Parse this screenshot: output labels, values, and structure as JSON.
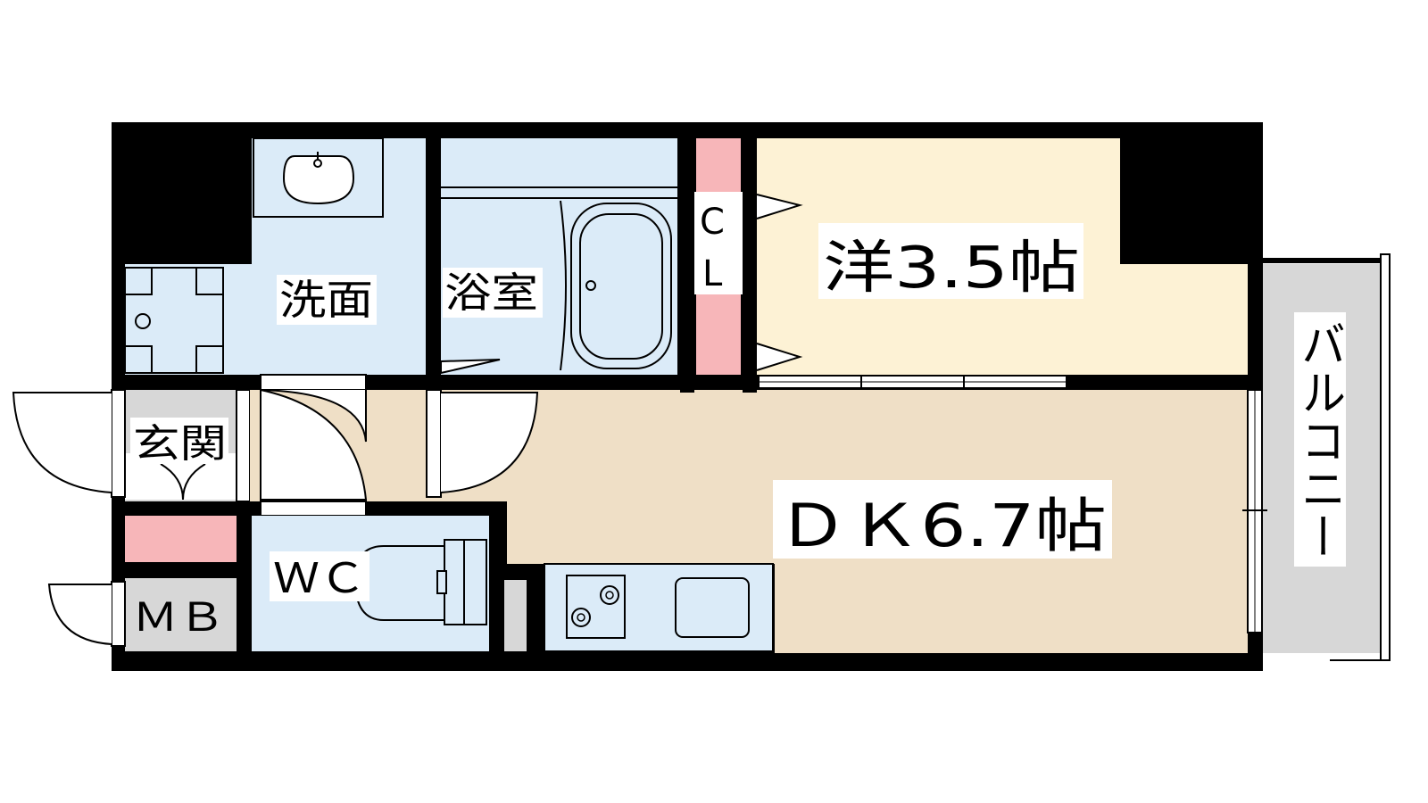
{
  "rooms": {
    "western": "洋3.5帖",
    "dk": "ＤＫ6.7帖",
    "washroom": "洗面",
    "bathroom": "浴室",
    "closet_c": "C",
    "closet_l": "L",
    "entrance": "玄関",
    "toilet": "ＷＣ",
    "meter_box": "ＭＢ",
    "balcony": "バルコニー"
  },
  "colors": {
    "wall": "#000000",
    "western_floor": "#fdf2d5",
    "dk_floor": "#efdfc6",
    "wet_area": "#dbebf8",
    "closet": "#f7b6b9",
    "balcony": "#d7d7d7",
    "entrance": "#d7d7d7"
  }
}
